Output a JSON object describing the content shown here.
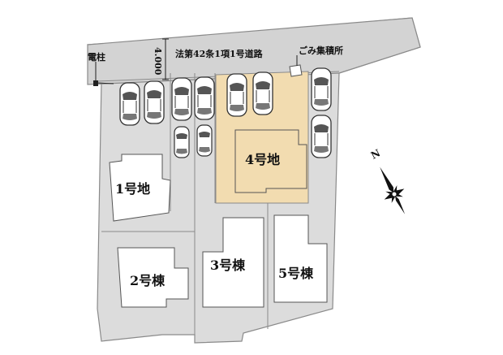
{
  "road": {
    "label": "法第42条1項1号道路",
    "width_label": "4.000"
  },
  "labels": {
    "utility_pole": "電柱",
    "garbage": "ごみ集積所",
    "north": "N"
  },
  "lots": [
    {
      "id": "lot-1",
      "label": "1号地"
    },
    {
      "id": "lot-2",
      "label": "2号棟"
    },
    {
      "id": "lot-3",
      "label": "3号棟"
    },
    {
      "id": "lot-4",
      "label": "4号地"
    },
    {
      "id": "lot-5",
      "label": "5号棟"
    }
  ],
  "colors": {
    "land": "#dcdcdc",
    "outline": "#8a8a8a",
    "highlight": "#f2dcb0",
    "building": "#ffffff"
  }
}
